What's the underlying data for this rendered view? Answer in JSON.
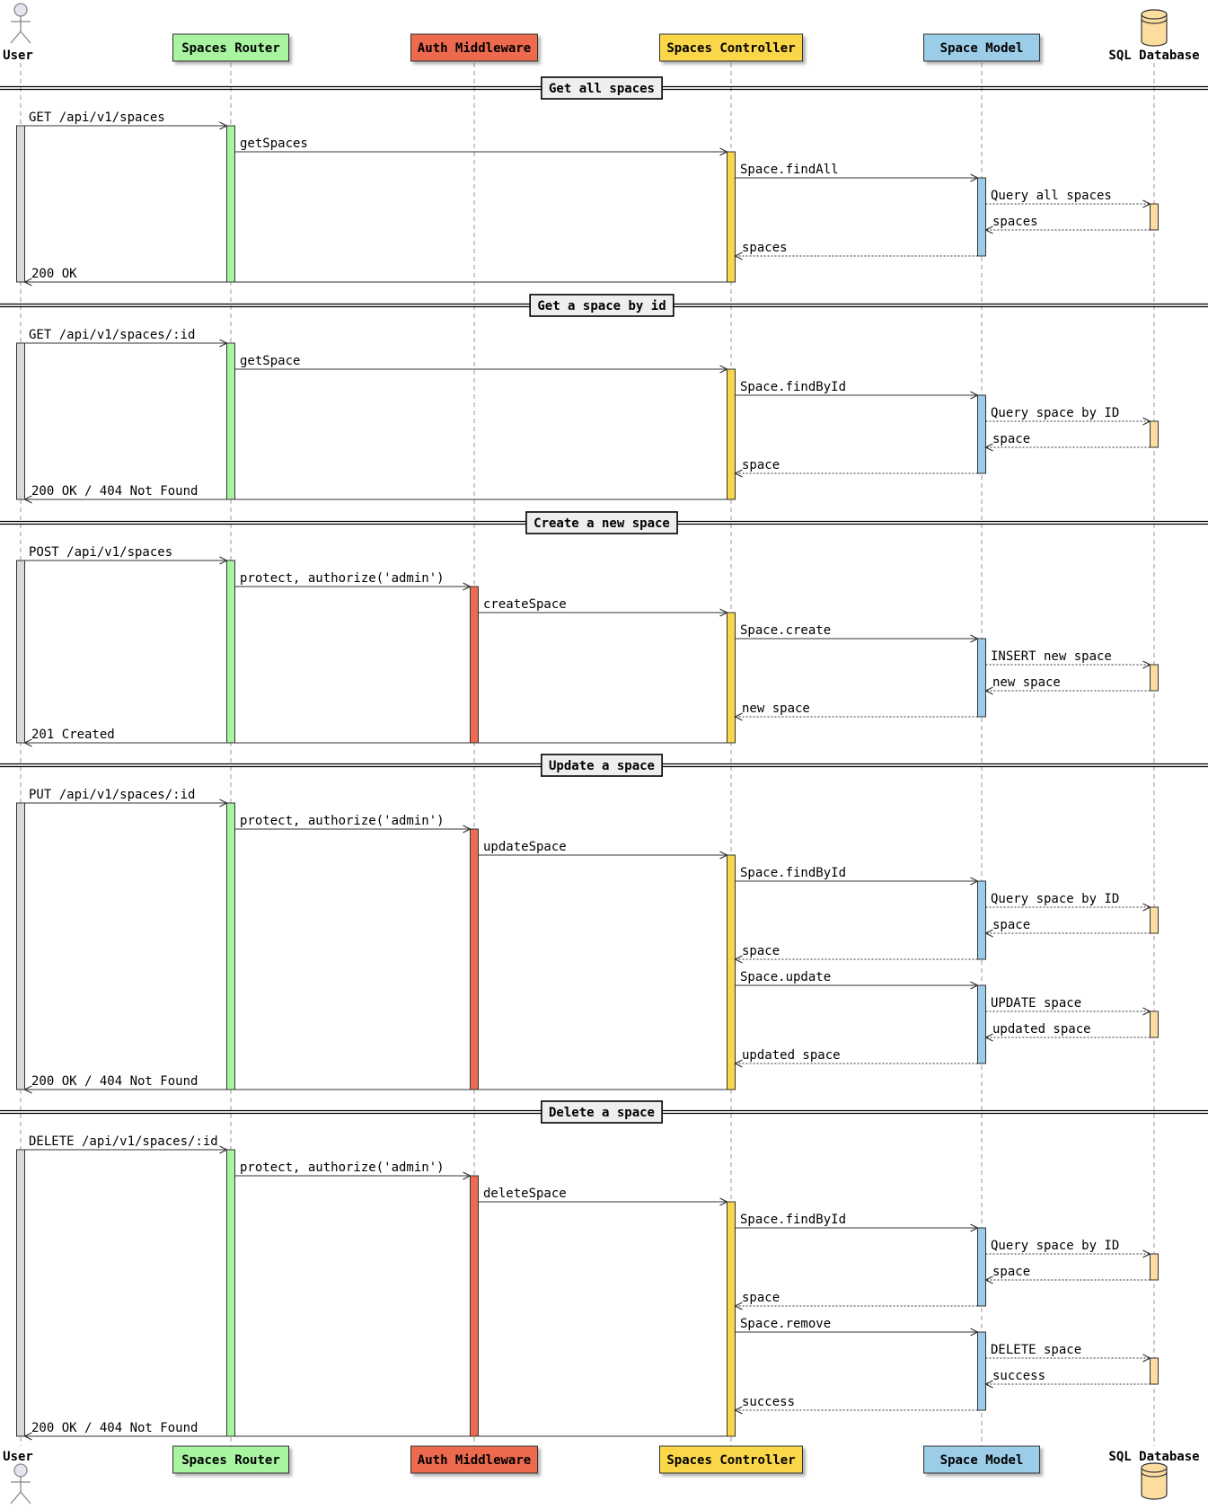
{
  "participants": [
    {
      "id": "user",
      "label": "User",
      "kind": "actor"
    },
    {
      "id": "router",
      "label": "Spaces Router",
      "kind": "box",
      "color": "#a8f4a0"
    },
    {
      "id": "auth",
      "label": "Auth Middleware",
      "kind": "box",
      "color": "#ee6a50"
    },
    {
      "id": "ctrl",
      "label": "Spaces Controller",
      "kind": "box",
      "color": "#fad64a"
    },
    {
      "id": "model",
      "label": "Space Model",
      "kind": "box",
      "color": "#9ccde8"
    },
    {
      "id": "db",
      "label": "SQL Database",
      "kind": "database",
      "color": "#fddca0"
    }
  ],
  "lifeline_activation_colors": {
    "user": "#d9d9d9",
    "router": "#a8f4a0",
    "auth": "#ee6a50",
    "ctrl": "#fad64a",
    "model": "#9ccde8",
    "db": "#fddca0"
  },
  "sections": [
    {
      "title": "Get all spaces",
      "messages": [
        {
          "from": "user",
          "to": "router",
          "label": "GET /api/v1/spaces",
          "style": "solid"
        },
        {
          "from": "router",
          "to": "ctrl",
          "label": "getSpaces",
          "style": "solid"
        },
        {
          "from": "ctrl",
          "to": "model",
          "label": "Space.findAll",
          "style": "solid"
        },
        {
          "from": "model",
          "to": "db",
          "label": "Query all spaces",
          "style": "dotted"
        },
        {
          "from": "db",
          "to": "model",
          "label": "spaces",
          "style": "dotted"
        },
        {
          "from": "model",
          "to": "ctrl",
          "label": "spaces",
          "style": "dotted"
        },
        {
          "from": "ctrl",
          "to": "user",
          "label": "200 OK",
          "style": "solid"
        }
      ]
    },
    {
      "title": "Get a space by id",
      "messages": [
        {
          "from": "user",
          "to": "router",
          "label": "GET /api/v1/spaces/:id",
          "style": "solid"
        },
        {
          "from": "router",
          "to": "ctrl",
          "label": "getSpace",
          "style": "solid"
        },
        {
          "from": "ctrl",
          "to": "model",
          "label": "Space.findById",
          "style": "solid"
        },
        {
          "from": "model",
          "to": "db",
          "label": "Query space by ID",
          "style": "dotted"
        },
        {
          "from": "db",
          "to": "model",
          "label": "space",
          "style": "dotted"
        },
        {
          "from": "model",
          "to": "ctrl",
          "label": "space",
          "style": "dotted"
        },
        {
          "from": "ctrl",
          "to": "user",
          "label": "200 OK / 404 Not Found",
          "style": "solid"
        }
      ]
    },
    {
      "title": "Create a new space",
      "messages": [
        {
          "from": "user",
          "to": "router",
          "label": "POST /api/v1/spaces",
          "style": "solid"
        },
        {
          "from": "router",
          "to": "auth",
          "label": "protect, authorize('admin')",
          "style": "solid"
        },
        {
          "from": "auth",
          "to": "ctrl",
          "label": "createSpace",
          "style": "solid"
        },
        {
          "from": "ctrl",
          "to": "model",
          "label": "Space.create",
          "style": "solid"
        },
        {
          "from": "model",
          "to": "db",
          "label": "INSERT new space",
          "style": "dotted"
        },
        {
          "from": "db",
          "to": "model",
          "label": "new space",
          "style": "dotted"
        },
        {
          "from": "model",
          "to": "ctrl",
          "label": "new space",
          "style": "dotted"
        },
        {
          "from": "ctrl",
          "to": "user",
          "label": "201 Created",
          "style": "solid"
        }
      ]
    },
    {
      "title": "Update a space",
      "messages": [
        {
          "from": "user",
          "to": "router",
          "label": "PUT /api/v1/spaces/:id",
          "style": "solid"
        },
        {
          "from": "router",
          "to": "auth",
          "label": "protect, authorize('admin')",
          "style": "solid"
        },
        {
          "from": "auth",
          "to": "ctrl",
          "label": "updateSpace",
          "style": "solid"
        },
        {
          "from": "ctrl",
          "to": "model",
          "label": "Space.findById",
          "style": "solid"
        },
        {
          "from": "model",
          "to": "db",
          "label": "Query space by ID",
          "style": "dotted"
        },
        {
          "from": "db",
          "to": "model",
          "label": "space",
          "style": "dotted"
        },
        {
          "from": "model",
          "to": "ctrl",
          "label": "space",
          "style": "dotted"
        },
        {
          "from": "ctrl",
          "to": "model",
          "label": "Space.update",
          "style": "solid"
        },
        {
          "from": "model",
          "to": "db",
          "label": "UPDATE space",
          "style": "dotted"
        },
        {
          "from": "db",
          "to": "model",
          "label": "updated space",
          "style": "dotted"
        },
        {
          "from": "model",
          "to": "ctrl",
          "label": "updated space",
          "style": "dotted"
        },
        {
          "from": "ctrl",
          "to": "user",
          "label": "200 OK / 404 Not Found",
          "style": "solid"
        }
      ]
    },
    {
      "title": "Delete a space",
      "messages": [
        {
          "from": "user",
          "to": "router",
          "label": "DELETE /api/v1/spaces/:id",
          "style": "solid"
        },
        {
          "from": "router",
          "to": "auth",
          "label": "protect, authorize('admin')",
          "style": "solid"
        },
        {
          "from": "auth",
          "to": "ctrl",
          "label": "deleteSpace",
          "style": "solid"
        },
        {
          "from": "ctrl",
          "to": "model",
          "label": "Space.findById",
          "style": "solid"
        },
        {
          "from": "model",
          "to": "db",
          "label": "Query space by ID",
          "style": "dotted"
        },
        {
          "from": "db",
          "to": "model",
          "label": "space",
          "style": "dotted"
        },
        {
          "from": "model",
          "to": "ctrl",
          "label": "space",
          "style": "dotted"
        },
        {
          "from": "ctrl",
          "to": "model",
          "label": "Space.remove",
          "style": "solid"
        },
        {
          "from": "model",
          "to": "db",
          "label": "DELETE space",
          "style": "dotted"
        },
        {
          "from": "db",
          "to": "model",
          "label": "success",
          "style": "dotted"
        },
        {
          "from": "model",
          "to": "ctrl",
          "label": "success",
          "style": "dotted"
        },
        {
          "from": "ctrl",
          "to": "user",
          "label": "200 OK / 404 Not Found",
          "style": "solid"
        }
      ]
    }
  ]
}
